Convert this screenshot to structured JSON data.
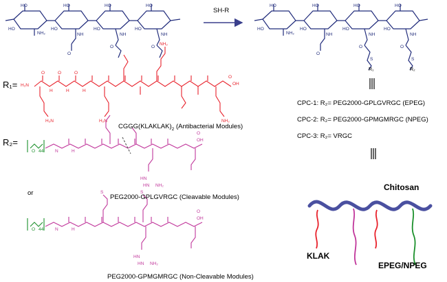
{
  "reaction": {
    "reagent": "SH-R"
  },
  "r_labels": {
    "r1": "R₁=",
    "r2": "R₂=",
    "or": "or"
  },
  "product_subs": {
    "s1": "R₁",
    "s2": "R₂"
  },
  "captions": {
    "antibacterial_pre": "CGGG(KLAKLAK)",
    "antibacterial_sub": "2",
    "antibacterial_post": " (Antibacterial Modules)",
    "cleavable": "PEG2000-GPLGVRGC (Cleavable Modules)",
    "noncleavable": "PEG2000-GPMGMRGC (Non-Cleavable Modules)"
  },
  "cpc_list": [
    {
      "name": "CPC-1: R₂= PEG2000-GPLGVRGC  (EPEG)"
    },
    {
      "name": "CPC-2: R₂= PEG2000-GPMGMRGC  (NPEG)"
    },
    {
      "name": "CPC-3: R₂= VRGC"
    }
  ],
  "cartoon": {
    "chitosan": "Chitosan",
    "klak": "KLAK",
    "epeg": "EPEG/NPEG"
  },
  "colors": {
    "red": "#e8202a",
    "magenta": "#c0359a",
    "green": "#1a8f2a",
    "chitosan": "#4a50a0",
    "black": "#000000"
  }
}
